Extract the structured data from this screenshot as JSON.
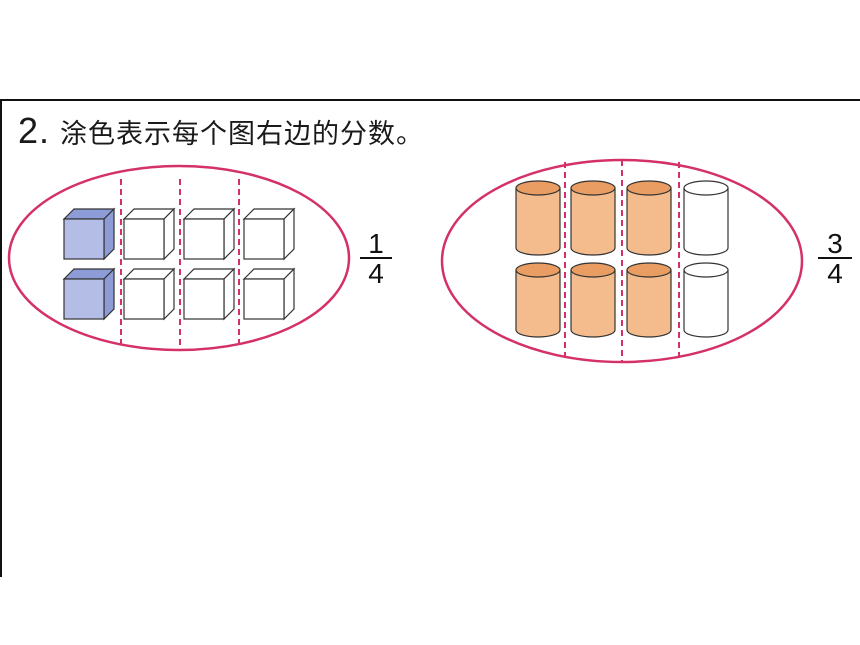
{
  "question": {
    "number": "2.",
    "text": "涂色表示每个图右边的分数。"
  },
  "figures": [
    {
      "shape": "cube",
      "fraction": {
        "numerator": "1",
        "denominator": "4"
      },
      "columns": 4,
      "rows": 2,
      "shaded_columns": 1,
      "shaded_color": "#b3bde6",
      "shaded_top_color": "#8d9bd6",
      "unshaded_color": "#ffffff"
    },
    {
      "shape": "cylinder",
      "fraction": {
        "numerator": "3",
        "denominator": "4"
      },
      "columns": 4,
      "rows": 2,
      "shaded_columns": 3,
      "shaded_color": "#f4bc8c",
      "shaded_top_color": "#e99d62",
      "unshaded_color": "#ffffff"
    }
  ],
  "colors": {
    "ellipse_border": "#d4306a",
    "divider": "#d4306a",
    "outline": "#333333"
  }
}
